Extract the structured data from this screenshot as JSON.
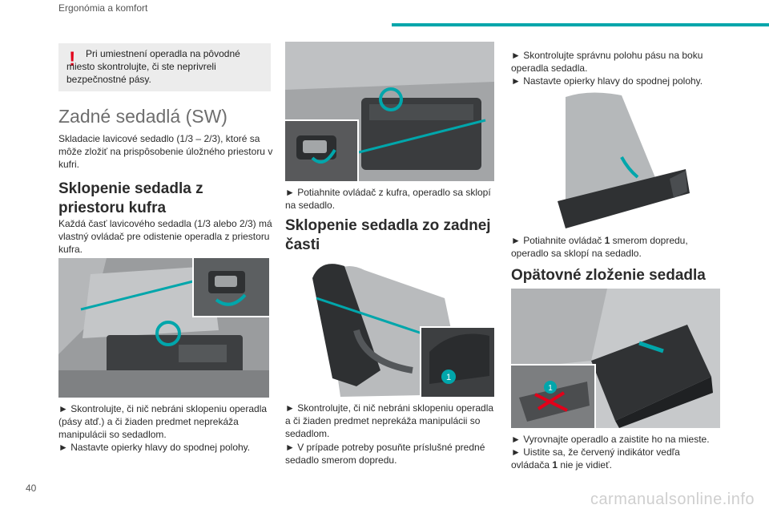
{
  "header": {
    "title": "Ergonómia a komfort",
    "accent_color": "#00a6ab"
  },
  "page_number": "40",
  "watermark": "carmanualsonline.info",
  "warning": {
    "icon": "exclamation-icon",
    "text": "Pri umiestnení operadla na pôvodné miesto skontrolujte, či ste neprivreli bezpečnostné pásy."
  },
  "section": {
    "title": "Zadné sedadlá (SW)",
    "intro": "Skladacie lavicové sedadlo (1/3 – 2/3), ktoré sa môže zložiť na prispôsobenie úložného priestoru v kufri."
  },
  "col1": {
    "heading": "Sklopenie sedadla z priestoru kufra",
    "para": "Každá časť lavicového sedadla (1/3 alebo 2/3) má vlastný ovládač pre odistenie operadla z priestoru kufra.",
    "bullet1": "► Skontrolujte, či nič nebráni sklopeniu operadla (pásy atď.) a či žiaden predmet neprekáža manipulácii so sedadlom.",
    "bullet2": "► Nastavte opierky hlavy do spodnej polohy."
  },
  "col2": {
    "bullet_top": "► Potiahnite ovládač z kufra, operadlo sa sklopí na sedadlo.",
    "heading": "Sklopenie sedadla zo zadnej časti",
    "callout": "1",
    "bullet1": "► Skontrolujte, či nič nebráni sklopeniu operadla a či žiaden predmet neprekáža manipulácii so sedadlom.",
    "bullet2": "► V prípade potreby posuňte príslušné predné sedadlo smerom dopredu."
  },
  "col3": {
    "bullet1": "► Skontrolujte správnu polohu pásu na boku operadla sedadla.",
    "bullet2": "► Nastavte opierky hlavy do spodnej polohy.",
    "pull_prefix": "► Potiahnite ovládač ",
    "pull_bold": "1",
    "pull_suffix": " smerom dopredu, operadlo sa sklopí na sedadlo.",
    "heading": "Opätovné zloženie sedadla",
    "callout": "1",
    "bullet3": "► Vyrovnajte operadlo a zaistite ho na mieste.",
    "bullet4_prefix": "► Uistite sa, že červený indikátor vedľa ovládača ",
    "bullet4_bold": "1",
    "bullet4_suffix": " nie je vidieť."
  }
}
